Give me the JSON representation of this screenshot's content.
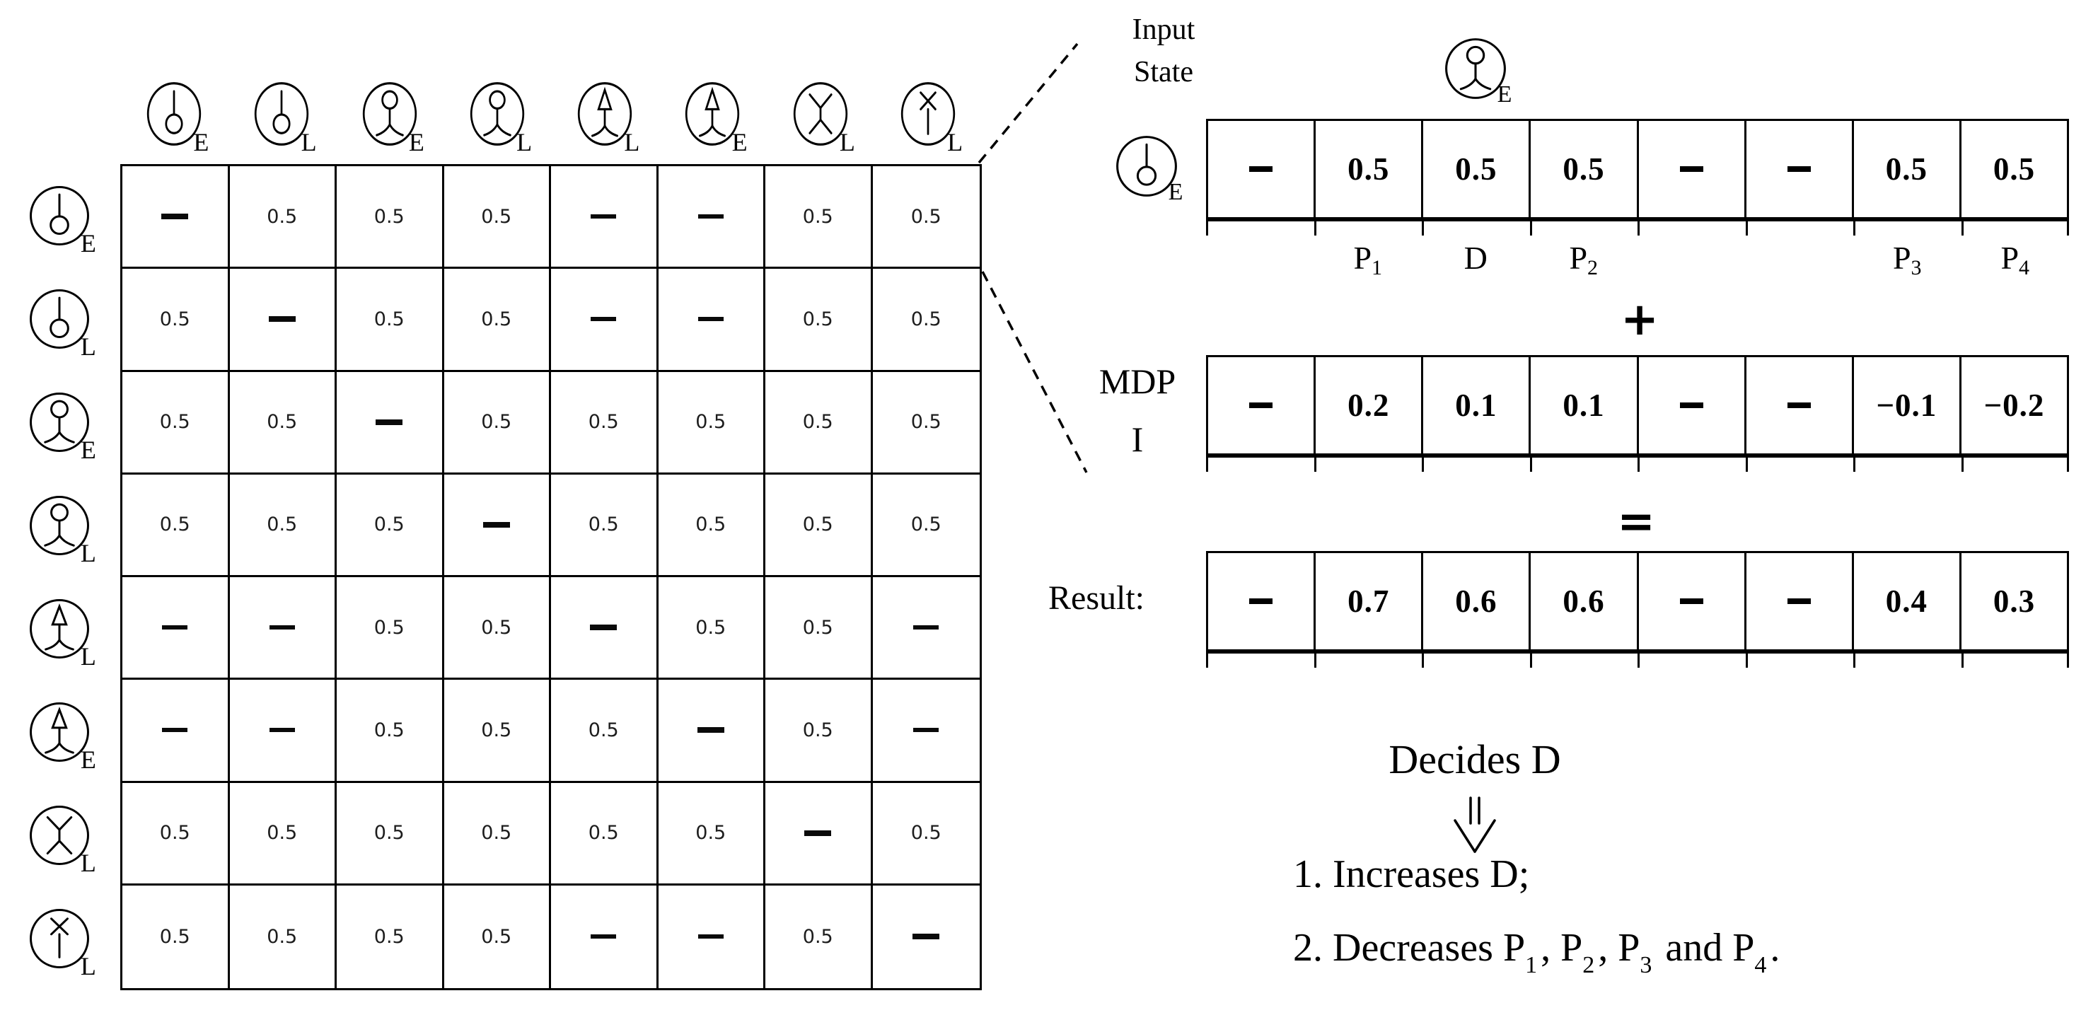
{
  "matrix": {
    "col_headers": [
      {
        "figure": "seed",
        "stage": "E"
      },
      {
        "figure": "seed",
        "stage": "L"
      },
      {
        "figure": "person",
        "stage": "E"
      },
      {
        "figure": "person",
        "stage": "L"
      },
      {
        "figure": "arrowhead",
        "stage": "L"
      },
      {
        "figure": "arrowhead",
        "stage": "E"
      },
      {
        "figure": "branch",
        "stage": "L"
      },
      {
        "figure": "cross",
        "stage": "L"
      }
    ],
    "row_headers": [
      {
        "figure": "seed",
        "stage": "E"
      },
      {
        "figure": "seed",
        "stage": "L"
      },
      {
        "figure": "person",
        "stage": "E"
      },
      {
        "figure": "person",
        "stage": "L"
      },
      {
        "figure": "arrowhead",
        "stage": "L"
      },
      {
        "figure": "arrowhead",
        "stage": "E"
      },
      {
        "figure": "branch",
        "stage": "L"
      },
      {
        "figure": "cross",
        "stage": "L"
      }
    ],
    "cells": [
      [
        "—",
        "0.5",
        "0.5",
        "0.5",
        "—",
        "—",
        "0.5",
        "0.5"
      ],
      [
        "0.5",
        "—",
        "0.5",
        "0.5",
        "—",
        "—",
        "0.5",
        "0.5"
      ],
      [
        "0.5",
        "0.5",
        "—",
        "0.5",
        "0.5",
        "0.5",
        "0.5",
        "0.5"
      ],
      [
        "0.5",
        "0.5",
        "0.5",
        "—",
        "0.5",
        "0.5",
        "0.5",
        "0.5"
      ],
      [
        "—",
        "—",
        "0.5",
        "0.5",
        "—",
        "0.5",
        "0.5",
        "—"
      ],
      [
        "—",
        "—",
        "0.5",
        "0.5",
        "0.5",
        "—",
        "0.5",
        "—"
      ],
      [
        "0.5",
        "0.5",
        "0.5",
        "0.5",
        "0.5",
        "0.5",
        "—",
        "0.5"
      ],
      [
        "0.5",
        "0.5",
        "0.5",
        "0.5",
        "—",
        "—",
        "0.5",
        "—"
      ]
    ]
  },
  "right_panel": {
    "heading_lines": [
      "Input",
      "State"
    ],
    "row_icon": {
      "figure": "seed",
      "stage": "E"
    },
    "column_icon": {
      "figure": "person",
      "stage": "E"
    },
    "input_strip_values": [
      "—",
      "0.5",
      "0.5",
      "0.5",
      "—",
      "—",
      "0.5",
      "0.5"
    ],
    "slot_labels": [
      {
        "base": "",
        "sub": ""
      },
      {
        "base": "P",
        "sub": "1"
      },
      {
        "base": "D",
        "sub": ""
      },
      {
        "base": "P",
        "sub": "2"
      },
      {
        "base": "",
        "sub": ""
      },
      {
        "base": "",
        "sub": ""
      },
      {
        "base": "P",
        "sub": "3"
      },
      {
        "base": "P",
        "sub": "4"
      }
    ],
    "plus_operator": "+",
    "mdp_label_lines": [
      "MDP",
      "I"
    ],
    "mdp_strip_values": [
      "—",
      "0.2",
      "0.1",
      "0.1",
      "—",
      "—",
      "−0.1",
      "−0.2"
    ],
    "equals_operator": "=",
    "result_label": "Result:",
    "result_strip_values": [
      "—",
      "0.7",
      "0.6",
      "0.6",
      "—",
      "—",
      "0.4",
      "0.3"
    ],
    "conclusion": {
      "heading": "Decides D",
      "item1": "1. Increases D;",
      "item2_segments": [
        {
          "text": "2. Decreases P"
        },
        {
          "sub": "1"
        },
        {
          "text": ", P"
        },
        {
          "sub": "2"
        },
        {
          "text": ", P"
        },
        {
          "sub": "3"
        },
        {
          "text": " and P"
        },
        {
          "sub": "4"
        },
        {
          "text": "."
        }
      ]
    }
  }
}
